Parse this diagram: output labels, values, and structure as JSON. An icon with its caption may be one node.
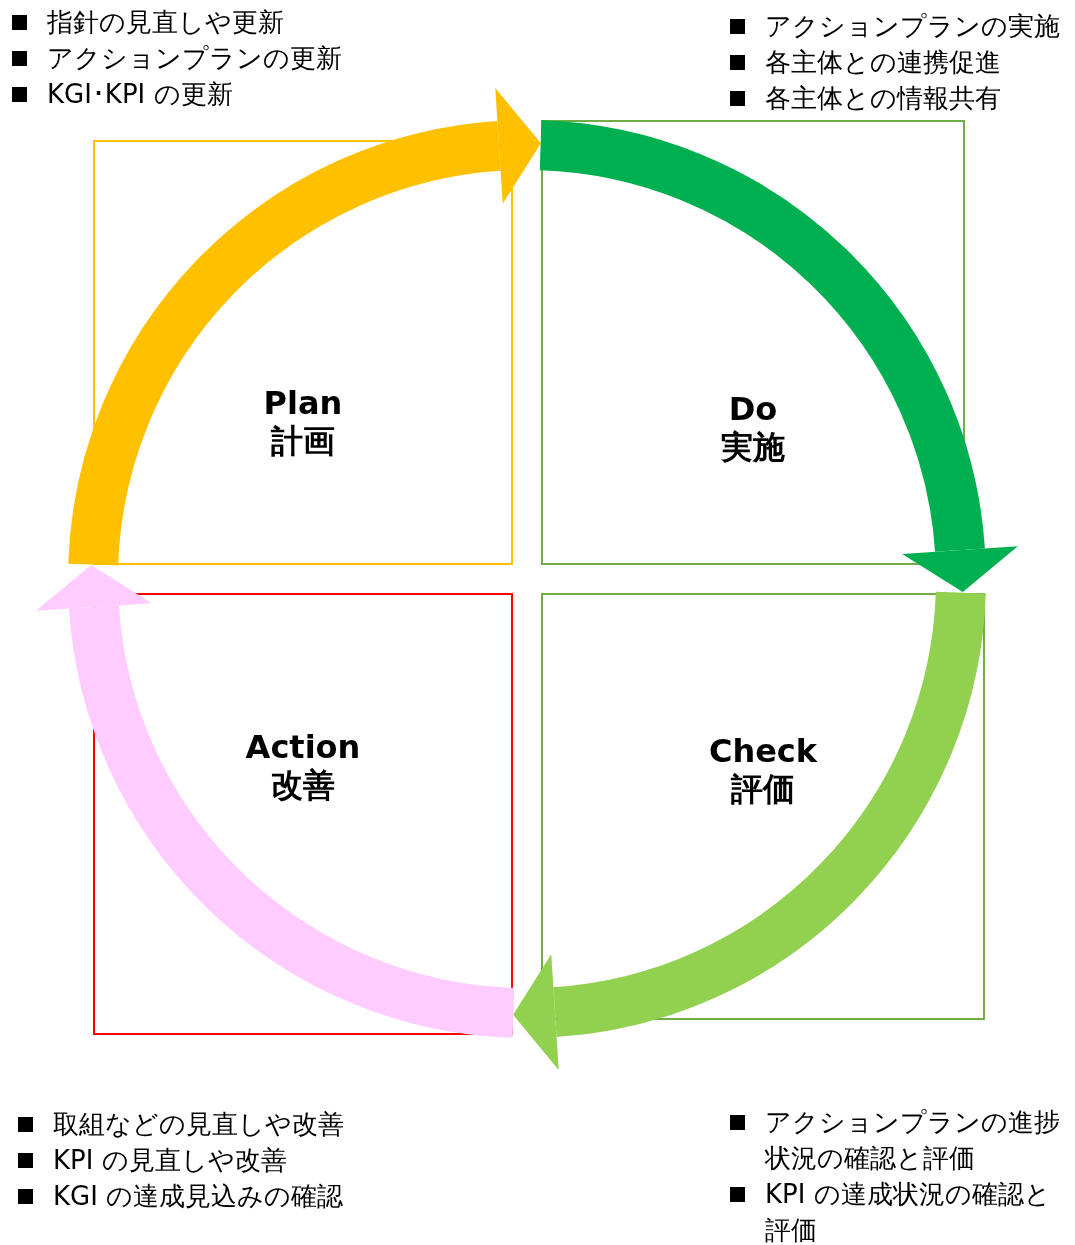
{
  "diagram": {
    "nodes": [
      {
        "text": [
          "Plan",
          "計画"
        ],
        "beside": [
          "指針の見直しや更新",
          "アクションプランの更新",
          "KGI･KPI の更新"
        ]
      },
      {
        "text": [
          "Do",
          "実施"
        ],
        "beside": [
          "アクションプランの実施",
          "各主体との連携促進",
          "各主体との情報共有"
        ]
      },
      {
        "text": [
          "Check",
          "評価"
        ],
        "beside": [
          "アクションプランの進捗状況の確認と評価",
          "KPI の達成状況の確認と評価"
        ]
      },
      {
        "text": [
          "Action",
          "改善"
        ],
        "beside": [
          "取組などの見直しや改善",
          "KPI の見直しや改善",
          "KGI の達成見込みの確認"
        ]
      }
    ],
    "edges": [
      {
        "from": 0,
        "to": 1,
        "arrow": "to",
        "color": "#ffc000"
      },
      {
        "from": 1,
        "to": 2,
        "arrow": "to",
        "color": "#00b050"
      },
      {
        "from": 2,
        "to": 3,
        "arrow": "to",
        "color": "#92d050"
      },
      {
        "from": 3,
        "to": 0,
        "arrow": "to",
        "color": "#ffccff"
      }
    ]
  }
}
